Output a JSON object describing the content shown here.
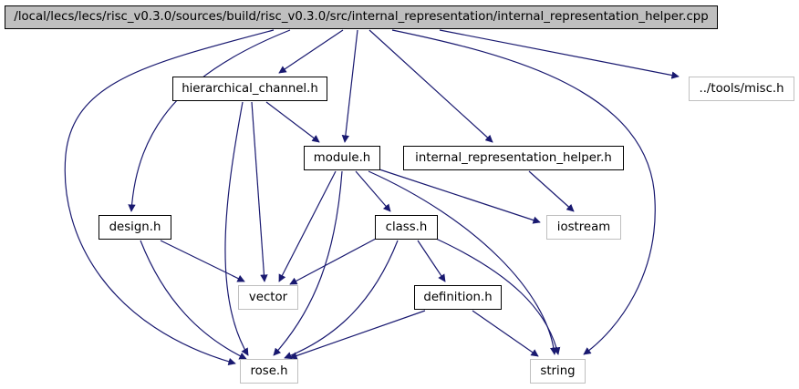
{
  "nodes": {
    "root": {
      "label": "/local/lecs/lecs/risc_v0.3.0/sources/build/risc_v0.3.0/src/internal_representation/internal_representation_helper.cpp"
    },
    "hierarchical_channel": {
      "label": "hierarchical_channel.h"
    },
    "tools_misc": {
      "label": "../tools/misc.h"
    },
    "module": {
      "label": "module.h"
    },
    "internal_representation_helper": {
      "label": "internal_representation_helper.h"
    },
    "design": {
      "label": "design.h"
    },
    "class": {
      "label": "class.h"
    },
    "iostream": {
      "label": "iostream"
    },
    "vector": {
      "label": "vector"
    },
    "definition": {
      "label": "definition.h"
    },
    "rose": {
      "label": "rose.h"
    },
    "string": {
      "label": "string"
    }
  },
  "edges": [
    [
      "root",
      "hierarchical_channel"
    ],
    [
      "root",
      "tools_misc"
    ],
    [
      "root",
      "module"
    ],
    [
      "root",
      "internal_representation_helper"
    ],
    [
      "root",
      "design"
    ],
    [
      "root",
      "rose"
    ],
    [
      "root",
      "string"
    ],
    [
      "hierarchical_channel",
      "module"
    ],
    [
      "hierarchical_channel",
      "vector"
    ],
    [
      "hierarchical_channel",
      "rose"
    ],
    [
      "module",
      "class"
    ],
    [
      "module",
      "iostream"
    ],
    [
      "module",
      "vector"
    ],
    [
      "module",
      "rose"
    ],
    [
      "module",
      "string"
    ],
    [
      "internal_representation_helper",
      "iostream"
    ],
    [
      "design",
      "vector"
    ],
    [
      "design",
      "rose"
    ],
    [
      "class",
      "definition"
    ],
    [
      "class",
      "vector"
    ],
    [
      "class",
      "rose"
    ],
    [
      "class",
      "string"
    ],
    [
      "definition",
      "rose"
    ],
    [
      "definition",
      "string"
    ]
  ],
  "colors": {
    "edge": "#191970",
    "local_border": "#000000",
    "external_border": "#bfbfbf",
    "root_fill": "#bfbfbf"
  }
}
